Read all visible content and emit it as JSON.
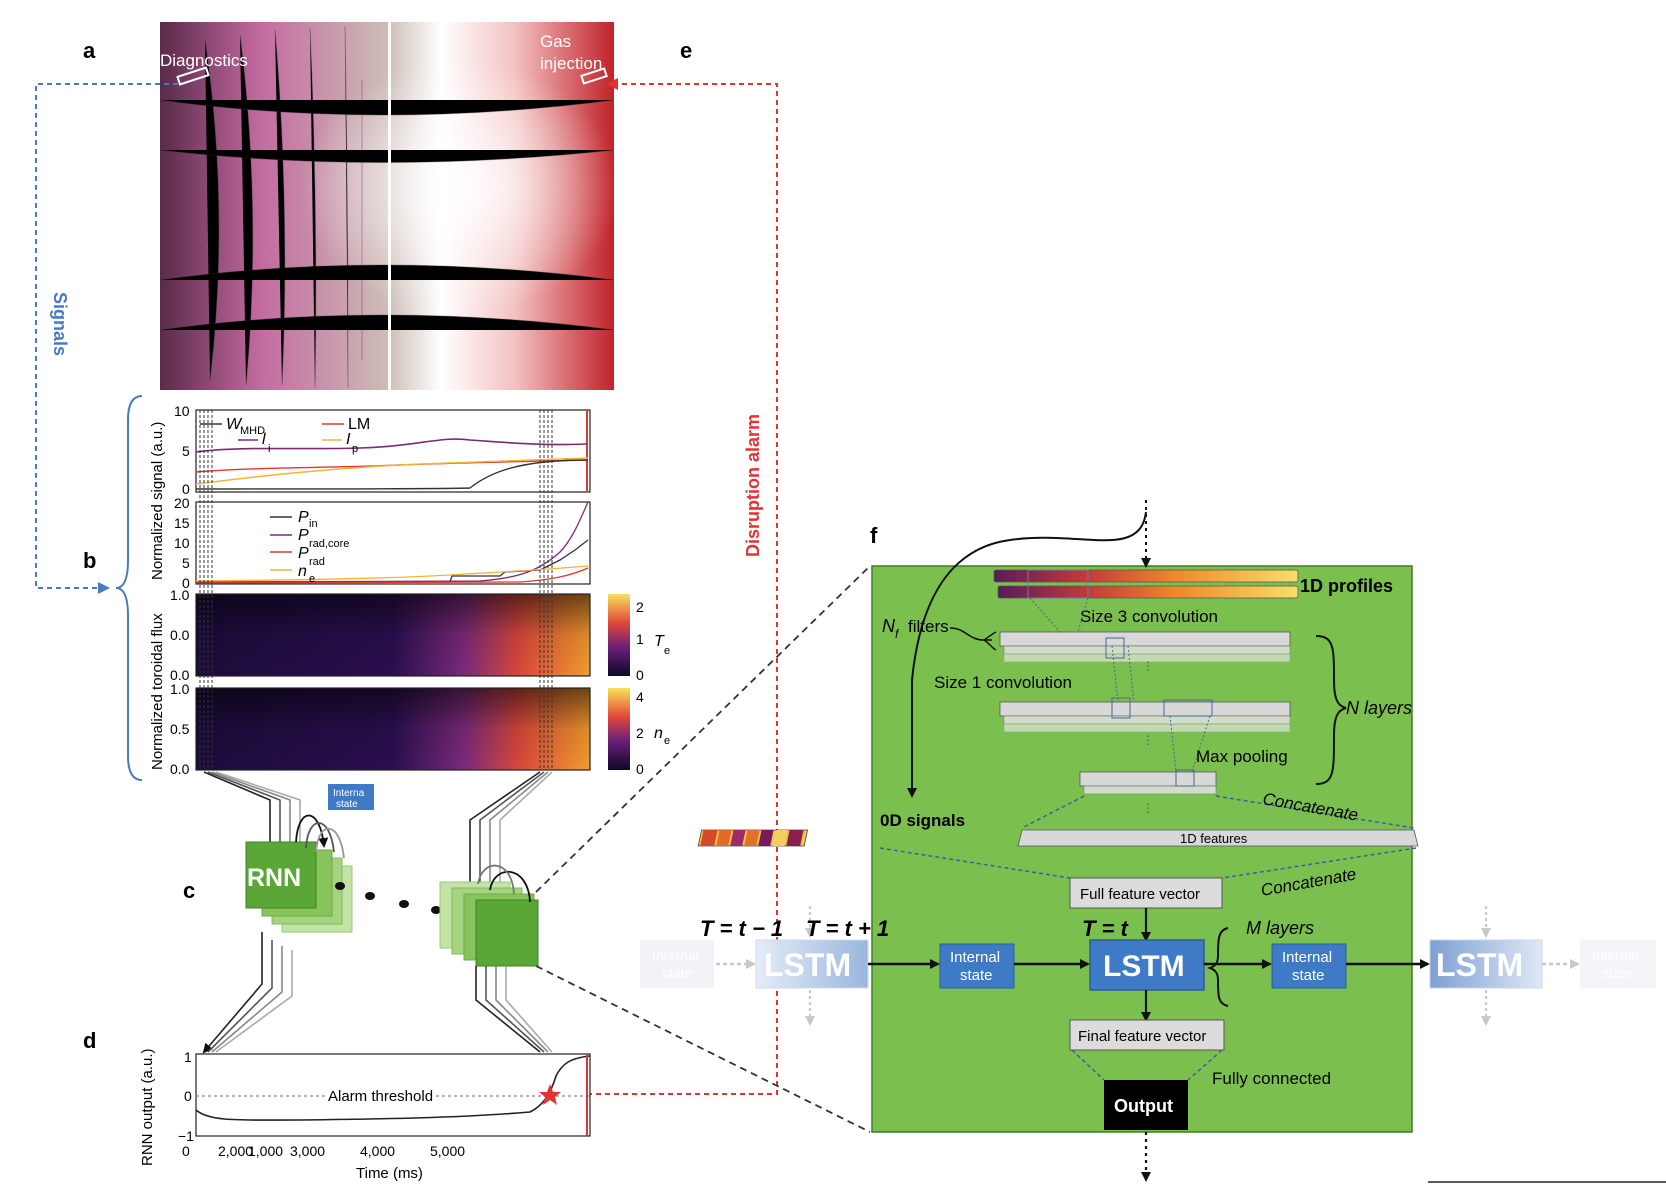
{
  "panel_letters": {
    "a": "a",
    "b": "b",
    "c": "c",
    "d": "d",
    "e": "e",
    "f": "f"
  },
  "photo_labels": {
    "diagnostics": "Diagnostics",
    "gas_line1": "Gas",
    "gas_line2": "injection"
  },
  "arrows": {
    "signals": "Signals",
    "disruption_alarm": "Disruption alarm"
  },
  "plot1": {
    "yticks": [
      "10",
      "5",
      "0"
    ],
    "legend": {
      "wmhd": "W",
      "wmhd_sub": "MHD",
      "lm": "LM",
      "li": "l",
      "li_sub": "i",
      "ip": "I",
      "ip_sub": "p"
    },
    "colors": {
      "wmhd": "#333333",
      "lm": "#e03a2f",
      "li": "#7b2a7a",
      "ip": "#f2b533"
    }
  },
  "plot2": {
    "yticks": [
      "20",
      "15",
      "10",
      "5",
      "0"
    ],
    "legend": {
      "pin": "P",
      "pin_sub": "in",
      "prad": "P",
      "prad_sup": "rad",
      "pradcore": "P",
      "pradcore_sup": "rad,core",
      "ne": "n",
      "ne_sub": "e"
    }
  },
  "heatmap_te": {
    "yticks": [
      "1.0",
      "0.0",
      "0.0"
    ],
    "cbar_ticks": [
      "2",
      "1",
      "0"
    ],
    "label": "T",
    "label_sub": "e"
  },
  "heatmap_ne": {
    "yticks": [
      "1.0",
      "0.5",
      "0.0"
    ],
    "cbar_ticks": [
      "4",
      "2",
      "0"
    ],
    "label": "n",
    "label_sub": "e"
  },
  "ylabels": {
    "signal": "Normalized signal (a.u.)",
    "flux": "Normalized toroidal flux"
  },
  "rnn": {
    "label": "RNN",
    "internal_state_line1": "Interna",
    "internal_state_line2": "state"
  },
  "plot_d": {
    "ylabel": "RNN output (a.u.)",
    "yticks": [
      "1",
      "0",
      "−1"
    ],
    "xticks": [
      "0",
      "2,000",
      "1,000",
      "3,000",
      "4,000",
      "5,000"
    ],
    "xlabel": "Time (ms)",
    "threshold_label": "Alarm threshold"
  },
  "panel_f": {
    "profiles_label": "1D profiles",
    "size3": "Size 3 convolution",
    "filters_n": "N",
    "filters_sub": "f",
    "filters_label": "filters",
    "size1": "Size 1 convolution",
    "n_layers": "N layers",
    "max_pooling": "Max pooling",
    "concat1": "Concatenate",
    "signals0d": "0D signals",
    "features1d": "1D features",
    "concat2": "Concatenate",
    "full_feature": "Full feature vector",
    "m_layers": "M layers",
    "final_feature": "Final feature vector",
    "fully_connected": "Fully connected",
    "output": "Output"
  },
  "lstm_row": {
    "t_minus": "T =  t − 1",
    "t_plus": "T = t + 1",
    "t_now": "T = t",
    "lstm": "LSTM",
    "internal_state_line1": "Internal",
    "internal_state_line2": "state"
  },
  "colors": {
    "green": "#7bc04f",
    "lstm_blue": "#3f7ac6",
    "red_arrow": "#e23232",
    "blue_arrow": "#4a7ac0"
  }
}
